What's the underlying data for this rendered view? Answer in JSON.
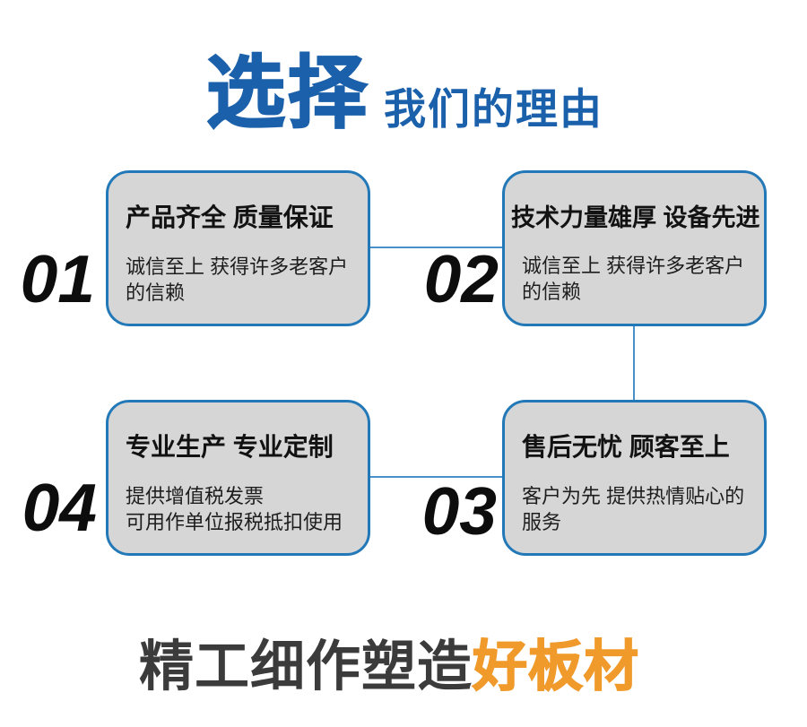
{
  "title": {
    "main": "选择",
    "sub": "我们的理由"
  },
  "cards": [
    {
      "number": "01",
      "heading": "产品齐全 质量保证",
      "body": "诚信至上 获得许多老客户\n的信赖"
    },
    {
      "number": "02",
      "heading": "技术力量雄厚 设备先进",
      "body": "诚信至上 获得许多老客户\n的信赖"
    },
    {
      "number": "03",
      "heading": "售后无忧 顾客至上",
      "body": "客户为先 提供热情贴心的\n服务"
    },
    {
      "number": "04",
      "heading": "专业生产 专业定制",
      "body": "提供增值税发票\n可用作单位报税抵扣使用"
    }
  ],
  "footer": {
    "text_dark": "精工细作塑造",
    "text_accent": "好板材"
  },
  "colors": {
    "title_blue": "#1a60aa",
    "card_border_blue": "#2379b8",
    "connector_blue": "#4a90c8",
    "card_background": "#d6d6d6",
    "number_black": "#0d0d0d",
    "slogan_dark": "#3b3b3b",
    "slogan_orange": "#f09a2b"
  }
}
